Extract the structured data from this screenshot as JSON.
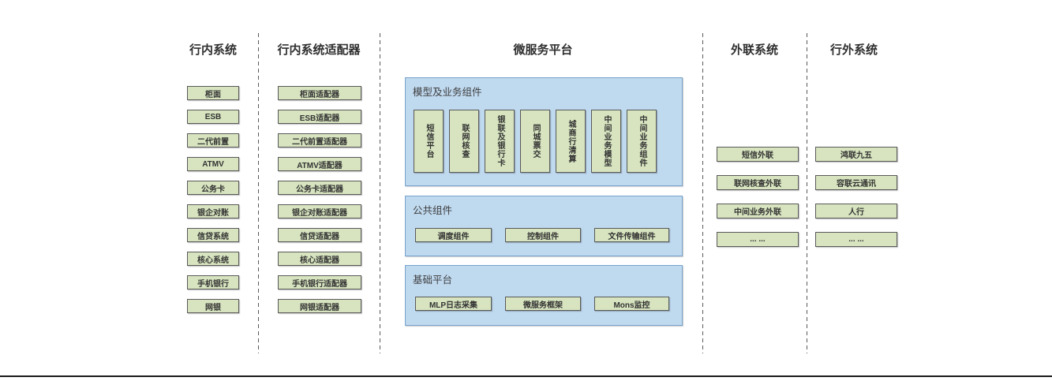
{
  "diagram": {
    "headers": {
      "internal": "行内系统",
      "adapters": "行内系统适配器",
      "microservice": "微服务平台",
      "external_link": "外联系统",
      "outside": "行外系统"
    },
    "col_internal": [
      "柜面",
      "ESB",
      "二代前置",
      "ATMV",
      "公务卡",
      "银企对账",
      "信贷系统",
      "核心系统",
      "手机银行",
      "网银"
    ],
    "col_adapters": [
      "柜面适配器",
      "ESB适配器",
      "二代前置适配器",
      "ATMV适配器",
      "公务卡适配器",
      "银企对账适配器",
      "信贷适配器",
      "核心适配器",
      "手机银行适配器",
      "网银适配器"
    ],
    "panel_model": {
      "title": "模型及业务组件",
      "items": [
        "短信平台",
        "联网核查",
        "银联及银行卡",
        "同城票交",
        "城商行清算",
        "中间业务模型",
        "中间业务组件"
      ]
    },
    "panel_common": {
      "title": "公共组件",
      "items": [
        "调度组件",
        "控制组件",
        "文件传输组件"
      ]
    },
    "panel_base": {
      "title": "基础平台",
      "items": [
        "MLP日志采集",
        "微服务框架",
        "Mons监控"
      ]
    },
    "col_external_link": [
      "短信外联",
      "联网核查外联",
      "中间业务外联",
      "... ..."
    ],
    "col_outside": [
      "鸿联九五",
      "容联云通讯",
      "人行",
      "... ..."
    ]
  },
  "colors": {
    "green_fill": "#d7e4bf",
    "green_border": "#595959",
    "blue_fill": "#bfd9ef",
    "blue_border": "#76a3cc",
    "text": "#3b3b3b",
    "line": "#595959",
    "rule": "#1a1a1a"
  }
}
